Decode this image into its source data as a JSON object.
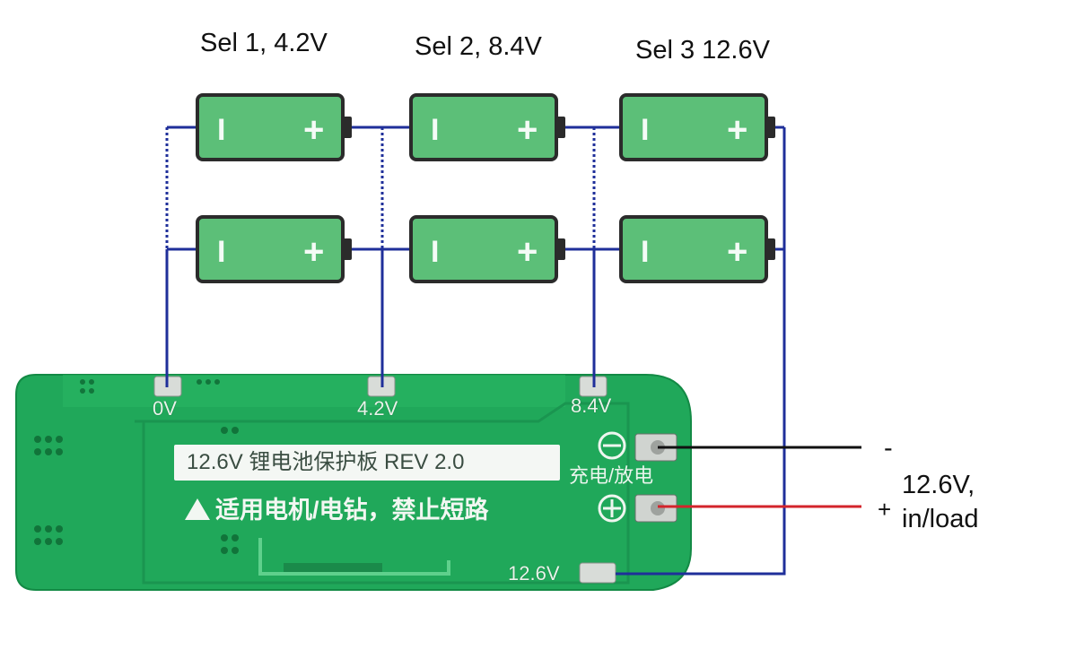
{
  "diagram": {
    "cell_labels": [
      "Sel 1, 4.2V",
      "Sel 2, 8.4V",
      "Sel 3 12.6V"
    ],
    "battery_symbols": {
      "negative": "I",
      "positive": "+"
    },
    "pcb_taps": [
      "0V",
      "4.2V",
      "8.4V",
      "12.6V"
    ],
    "pcb_title": "12.6V 锂电池保护板 REV 2.0",
    "pcb_warning": "适用电机/电钻，禁止短路",
    "pcb_mode_label": "充电/放电",
    "output": {
      "minus_sign": "-",
      "plus_sign": "+",
      "voltage": "12.6V,",
      "usage": "in/load"
    },
    "colors": {
      "battery_body": "#5cbf78",
      "battery_border": "#2b2b2b",
      "wire": "#1f2f9a",
      "pcb": "#20a85a",
      "negative_lead": "#111111",
      "positive_lead": "#d3242b"
    },
    "icons": [
      "battery-icon",
      "minus-circle-icon",
      "plus-circle-icon",
      "warning-icon"
    ]
  }
}
